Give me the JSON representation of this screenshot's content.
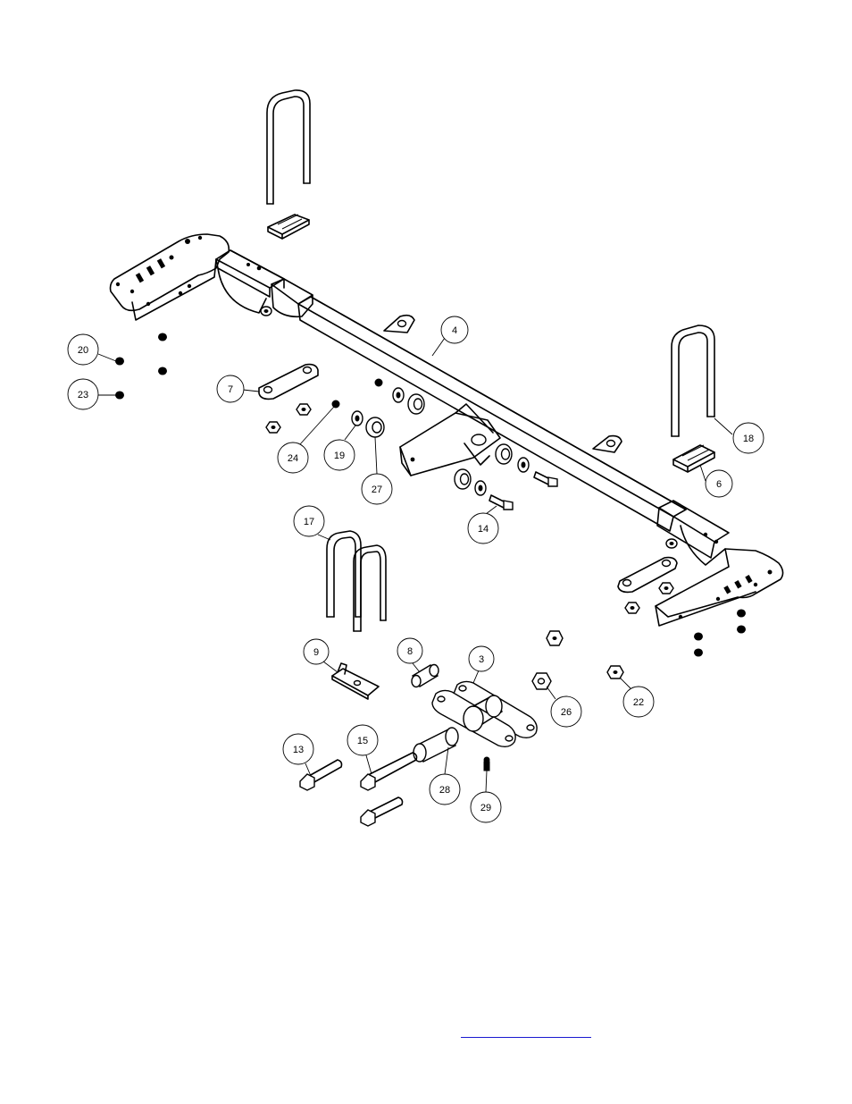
{
  "diagram": {
    "callouts": [
      {
        "label": "20"
      },
      {
        "label": "23"
      },
      {
        "label": "7"
      },
      {
        "label": "24"
      },
      {
        "label": "19"
      },
      {
        "label": "27"
      },
      {
        "label": "4"
      },
      {
        "label": "14"
      },
      {
        "label": "18"
      },
      {
        "label": "6"
      },
      {
        "label": "17"
      },
      {
        "label": "9"
      },
      {
        "label": "8"
      },
      {
        "label": "3"
      },
      {
        "label": "26"
      },
      {
        "label": "22"
      },
      {
        "label": "13"
      },
      {
        "label": "15"
      },
      {
        "label": "28"
      },
      {
        "label": "29"
      }
    ]
  },
  "footer": {
    "link_text": ""
  },
  "colors": {
    "line": "#000000",
    "background": "#ffffff",
    "link": "#1a1ad0"
  }
}
